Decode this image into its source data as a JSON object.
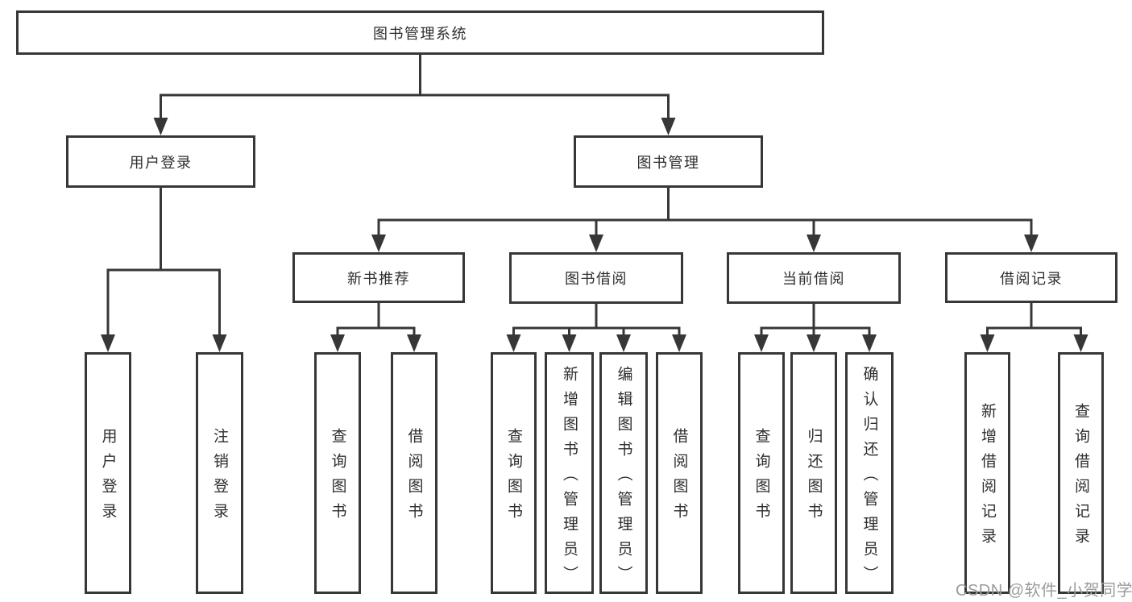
{
  "tree": {
    "root": {
      "label": "图书管理系统",
      "children": [
        {
          "label": "用户登录",
          "children": [
            {
              "label": "用户登录"
            },
            {
              "label": "注销登录"
            }
          ]
        },
        {
          "label": "图书管理",
          "children": [
            {
              "label": "新书推荐",
              "children": [
                {
                  "label": "查询图书"
                },
                {
                  "label": "借阅图书"
                }
              ]
            },
            {
              "label": "图书借阅",
              "children": [
                {
                  "label": "查询图书"
                },
                {
                  "label": "新增图书（管理员）"
                },
                {
                  "label": "编辑图书（管理员）"
                },
                {
                  "label": "借阅图书"
                }
              ]
            },
            {
              "label": "当前借阅",
              "children": [
                {
                  "label": "查询图书"
                },
                {
                  "label": "归还图书"
                },
                {
                  "label": "确认归还（管理员）"
                }
              ]
            },
            {
              "label": "借阅记录",
              "children": [
                {
                  "label": "新增借阅记录"
                },
                {
                  "label": "查询借阅记录"
                }
              ]
            }
          ]
        }
      ]
    }
  },
  "watermark": {
    "text": "CSDN @软件_小贺同学",
    "color": "#9c9c9c"
  },
  "colors": {
    "line": "#373737",
    "box_border": "#373737",
    "text": "#2e2e2e",
    "background": "#ffffff"
  }
}
